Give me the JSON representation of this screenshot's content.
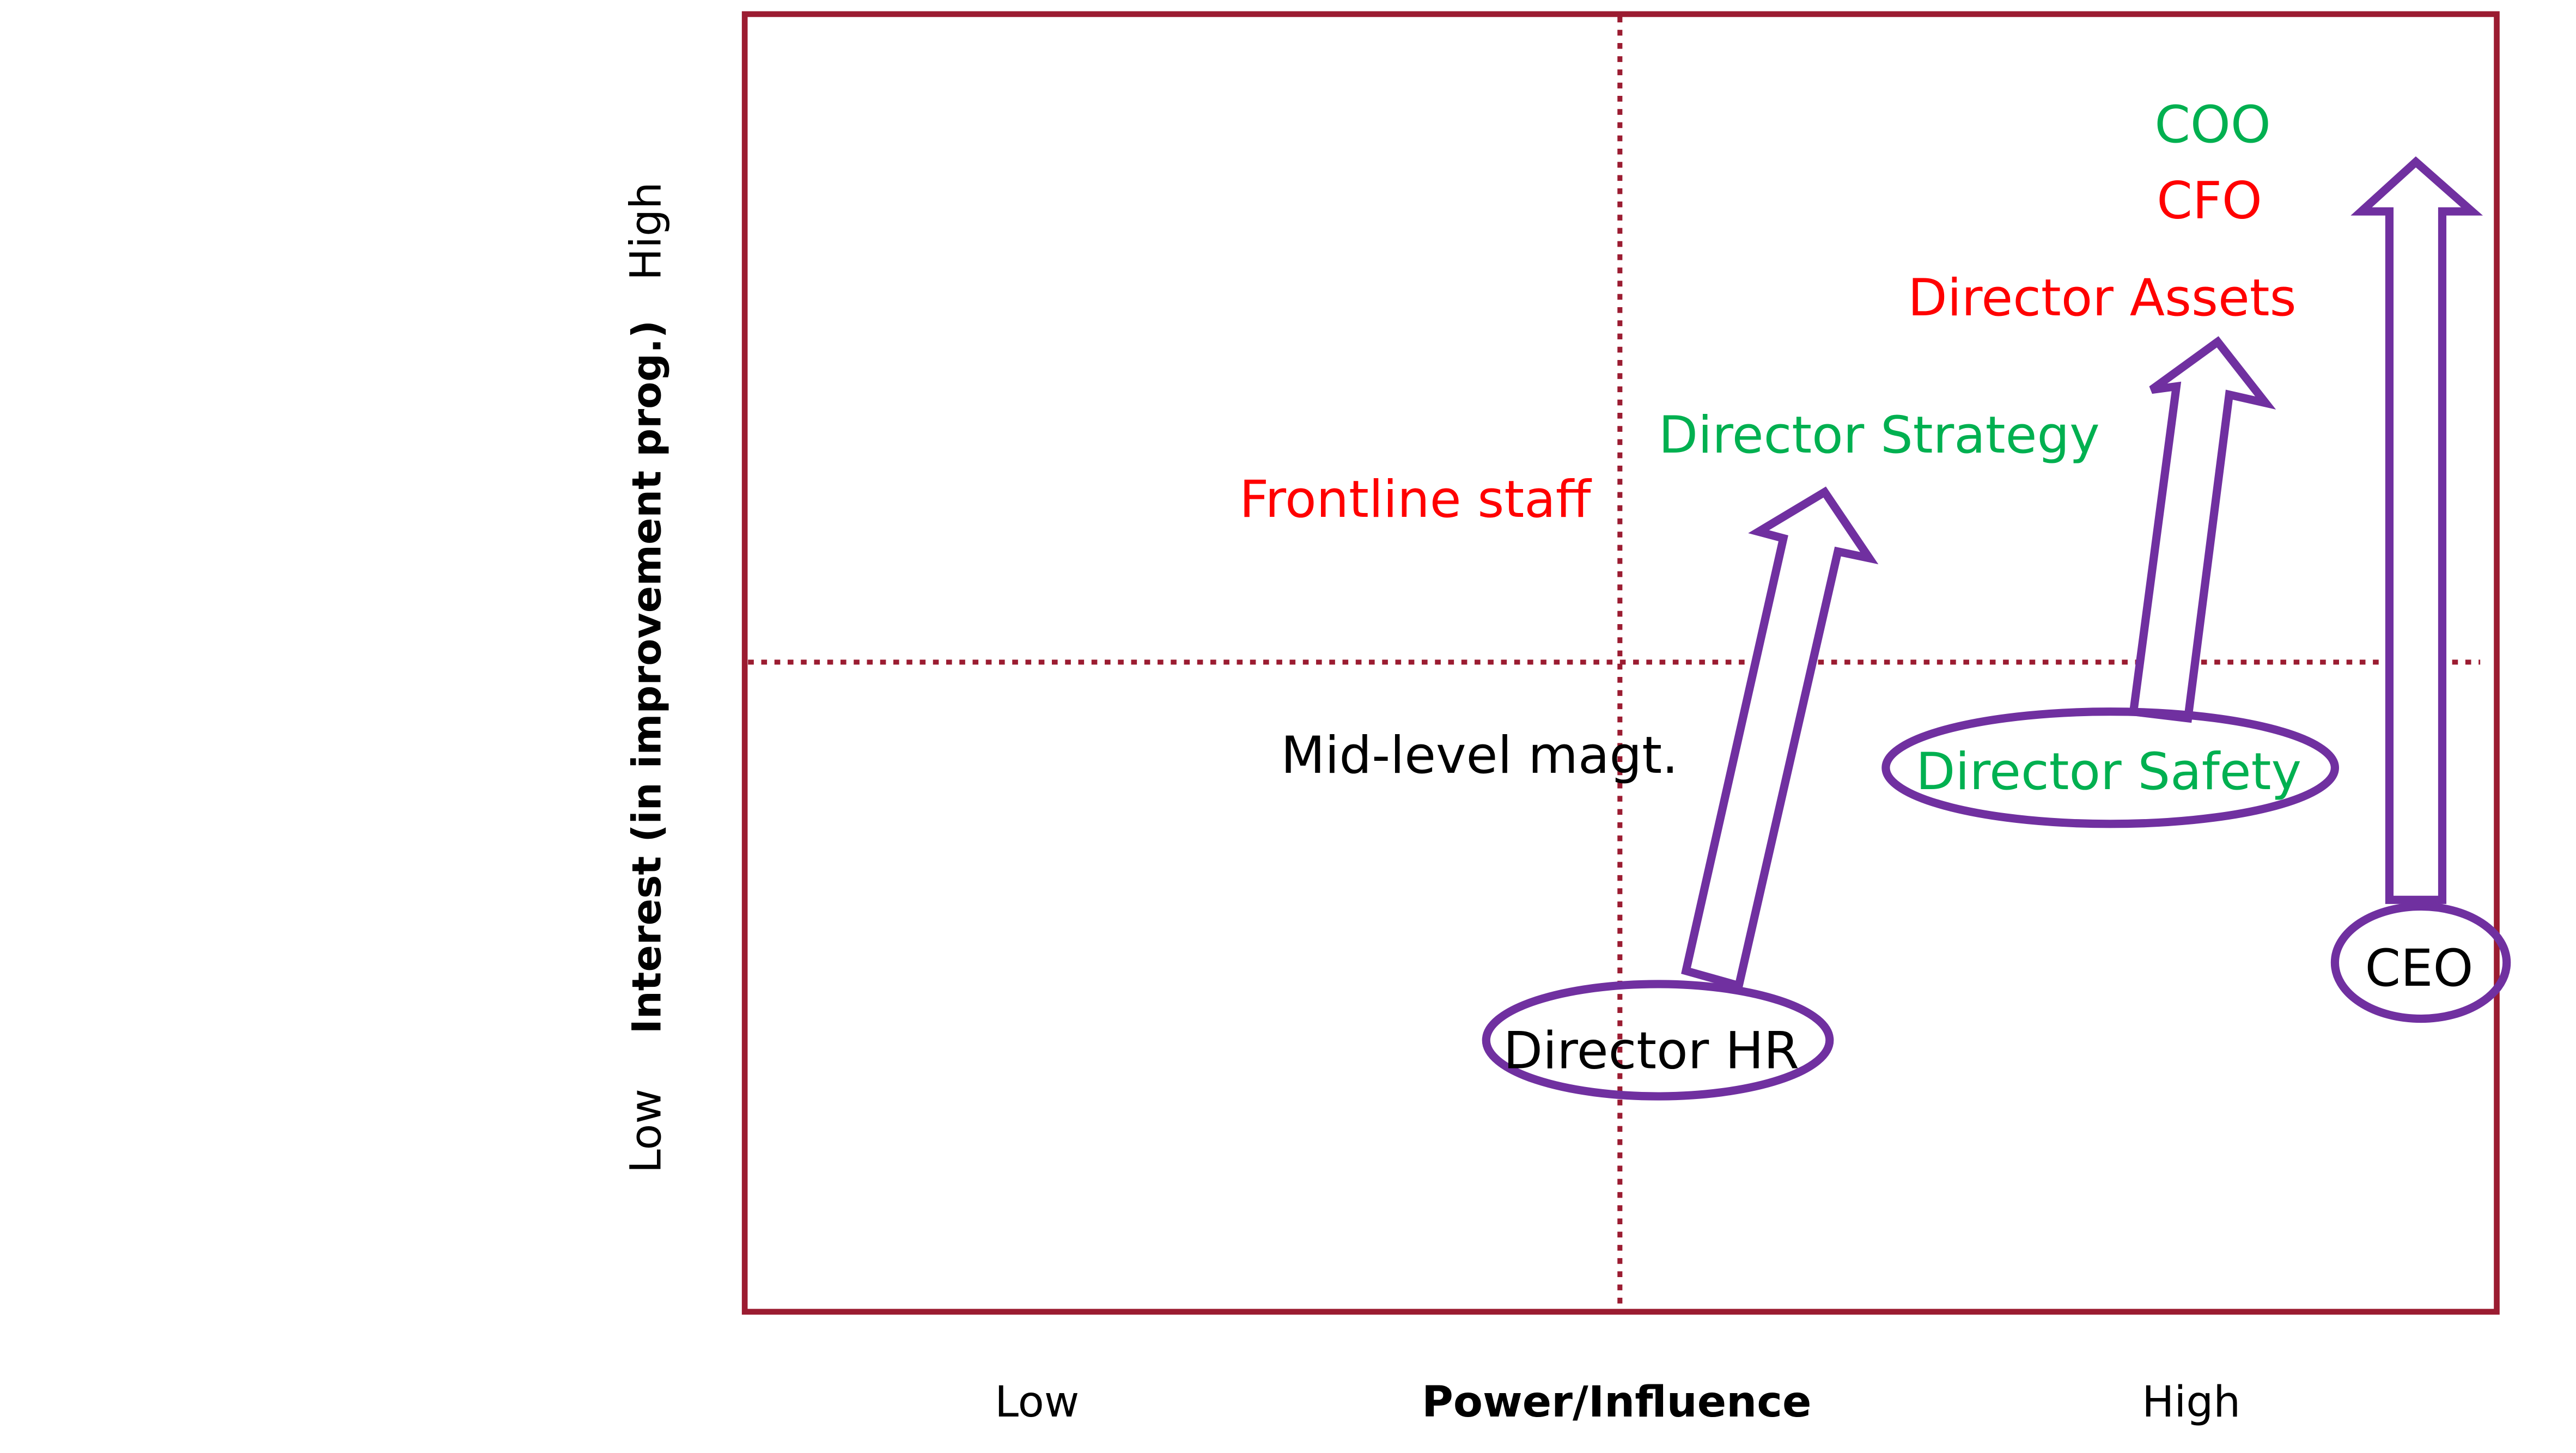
{
  "colors": {
    "frame": "#9b1c31",
    "arrow": "#7030a0",
    "green": "#00b050",
    "red": "#ff0000",
    "black": "#000000"
  },
  "axes": {
    "x_title": "Power/Influence",
    "x_low": "Low",
    "x_high": "High",
    "y_title": "Interest (in improvement prog.)",
    "y_low": "Low",
    "y_high": "High"
  },
  "stakeholders": {
    "coo": "COO",
    "cfo": "CFO",
    "director_assets": "Director Assets",
    "director_strategy": "Director Strategy",
    "frontline_staff": "Frontline staff",
    "mid_level": "Mid-level magt.",
    "director_safety": "Director Safety",
    "director_hr": "Director HR",
    "ceo": "CEO"
  }
}
